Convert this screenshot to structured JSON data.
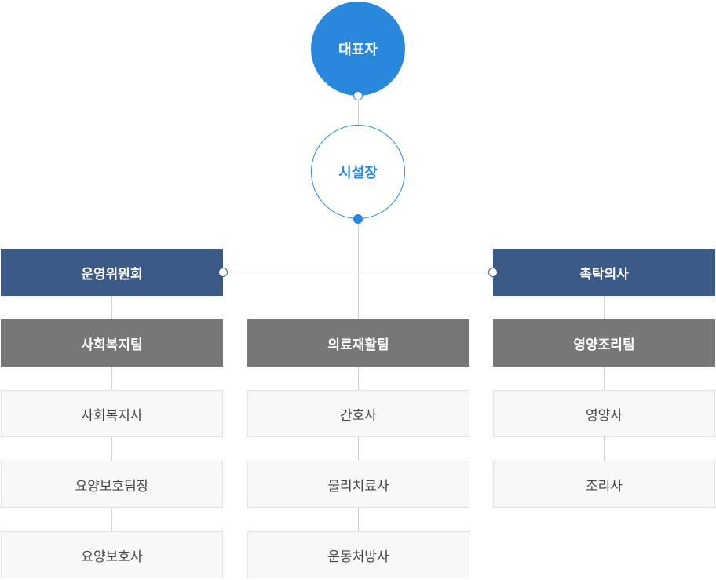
{
  "top": {
    "ceo": "대표자",
    "director": "시설장"
  },
  "side_boxes": {
    "committee": "운영위원회",
    "doctor": "촉탁의사"
  },
  "teams": [
    {
      "name": "사회복지팀",
      "members": [
        "사회복지사",
        "요양보호팀장",
        "요양보호사"
      ]
    },
    {
      "name": "의료재활팀",
      "members": [
        "간호사",
        "물리치료사",
        "운동처방사"
      ]
    },
    {
      "name": "영양조리팀",
      "members": [
        "영양사",
        "조리사"
      ]
    }
  ],
  "colors": {
    "primary_blue": "#2a88dc",
    "navy": "#3c5a88",
    "team_gray": "#777777",
    "member_bg": "#f8f8f8"
  }
}
